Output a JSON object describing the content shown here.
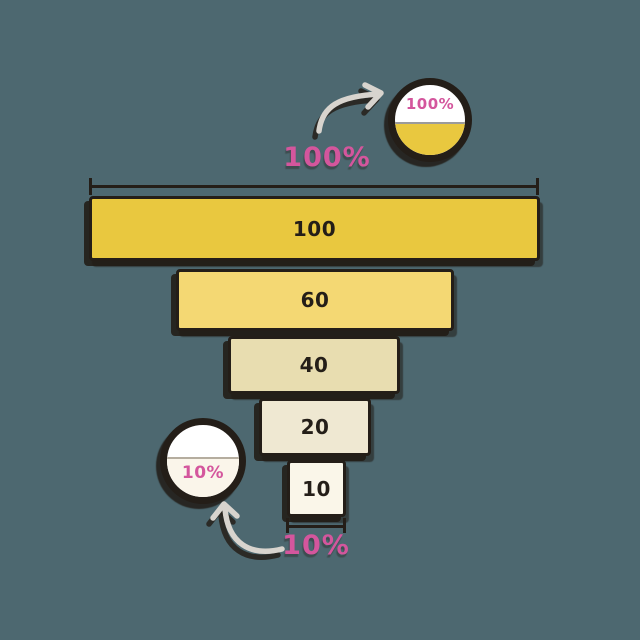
{
  "canvas": {
    "background_color": "#4D6870",
    "ink_color": "#241E18",
    "accent_pink": "#D4569D",
    "arrow_gray": "#D8D4CE"
  },
  "chart_data": {
    "type": "funnel",
    "title": "",
    "stages": [
      {
        "label": "100",
        "value": 100,
        "color": "#E9C83F"
      },
      {
        "label": "60",
        "value": 60,
        "color": "#F4D873"
      },
      {
        "label": "40",
        "value": 40,
        "color": "#E8DDB0"
      },
      {
        "label": "20",
        "value": 20,
        "color": "#EFE8D2"
      },
      {
        "label": "10",
        "value": 10,
        "color": "#FAF6E9"
      }
    ],
    "annotations": [
      {
        "text": "100%",
        "refers_to": "width of top stage (100)"
      },
      {
        "text": "10%",
        "refers_to": "width of bottom stage (10)"
      }
    ],
    "legend": "none",
    "axes": "none"
  },
  "top_callout": {
    "label": "100%",
    "bubble_text": "100%",
    "bubble_fill": "#E9C83F"
  },
  "bottom_callout": {
    "label": "10%",
    "bubble_text": "10%",
    "bubble_fill": "#FAF5EA"
  }
}
